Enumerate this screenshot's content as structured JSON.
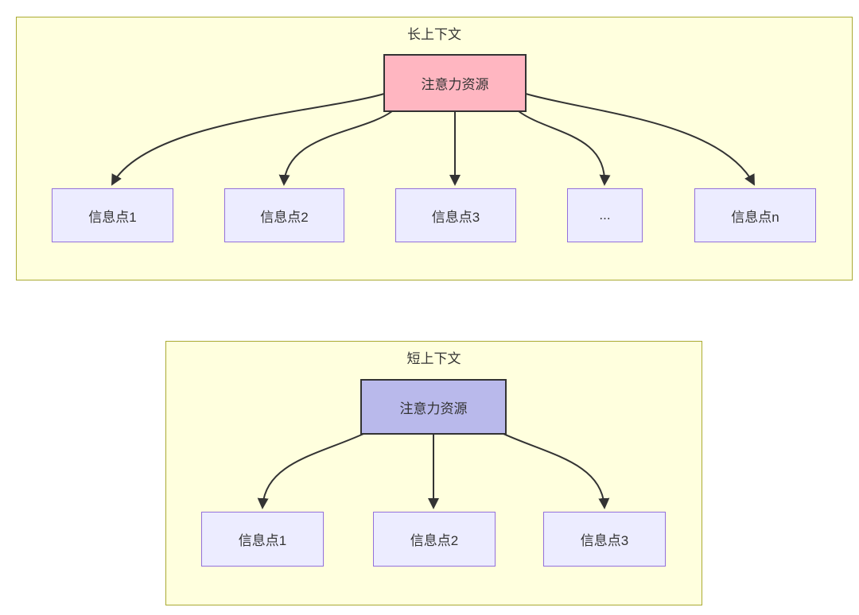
{
  "long_context": {
    "title": "长上下文",
    "source_label": "注意力资源",
    "points": [
      "信息点1",
      "信息点2",
      "信息点3",
      "...",
      "信息点n"
    ]
  },
  "short_context": {
    "title": "短上下文",
    "source_label": "注意力资源",
    "points": [
      "信息点1",
      "信息点2",
      "信息点3"
    ]
  },
  "colors": {
    "page_background": "#ffffff",
    "cluster_fill": "#ffffde",
    "cluster_border": "#aaaa33",
    "long_source_fill": "#ffb6c1",
    "short_source_fill": "#b9b9eb",
    "source_border": "#333333",
    "point_fill": "#ececff",
    "point_border": "#9370db",
    "edge": "#333333",
    "text": "#333333"
  }
}
